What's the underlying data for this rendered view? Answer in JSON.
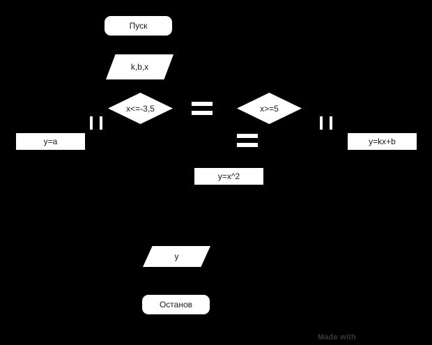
{
  "diagram": {
    "type": "flowchart",
    "background_color": "#000000",
    "node_fill_color": "#ffffff",
    "node_text_color": "#1a1a1a",
    "nodes": [
      {
        "id": "start",
        "shape": "terminator",
        "label": "Пуск"
      },
      {
        "id": "input",
        "shape": "io",
        "label": "k,b,x"
      },
      {
        "id": "dec1",
        "shape": "decision",
        "label": "x<=-3,5"
      },
      {
        "id": "dec2",
        "shape": "decision",
        "label": "x>=5"
      },
      {
        "id": "proc1",
        "shape": "process",
        "label": "y=a"
      },
      {
        "id": "proc2",
        "shape": "process",
        "label": "y=kx+b"
      },
      {
        "id": "proc3",
        "shape": "process",
        "label": "y=x^2"
      },
      {
        "id": "output",
        "shape": "io",
        "label": "y"
      },
      {
        "id": "stop",
        "shape": "terminator",
        "label": "Останов"
      }
    ]
  },
  "watermark": {
    "text": "Made with"
  }
}
